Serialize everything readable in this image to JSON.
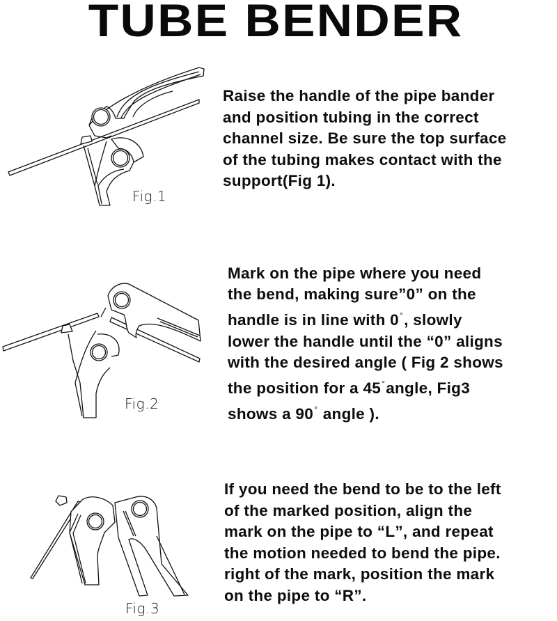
{
  "title": "TUBE BENDER",
  "steps": [
    {
      "figure_label": "Fig.1",
      "lines": [
        "Raise the handle of the pipe bander",
        "and position tubing in the correct",
        "channel size. Be sure the top surface",
        "of the tubing makes contact with the",
        "support(Fig 1)."
      ]
    },
    {
      "figure_label": "Fig.2",
      "lines": [
        "Mark  on the pipe where you need",
        "the bend, making sure”0” on the",
        {
          "before": "handle is in line with 0",
          "symbol": "°",
          "after": ", slowly"
        },
        "lower the handle until the “0” aligns",
        "with the desired angle ( Fig 2 shows",
        {
          "before": "the position for a 45",
          "symbol": "°",
          "after": "angle, Fig3"
        },
        {
          "before": "shows a 90",
          "symbol": "°",
          "after": " angle )."
        }
      ]
    },
    {
      "figure_label": "Fig.3",
      "lines": [
        "If you need the bend to be to the left",
        "of the marked position, align the",
        "mark on the pipe to “L”, and repeat",
        "the motion needed to bend the pipe.",
        "right of the mark, position the mark",
        "on the pipe to “R”."
      ]
    }
  ],
  "icons": {
    "fig1": "tube-bender-raised-handle-illustration",
    "fig2": "tube-bender-45-degree-illustration",
    "fig3": "tube-bender-90-degree-illustration",
    "degree": "degree-symbol"
  }
}
